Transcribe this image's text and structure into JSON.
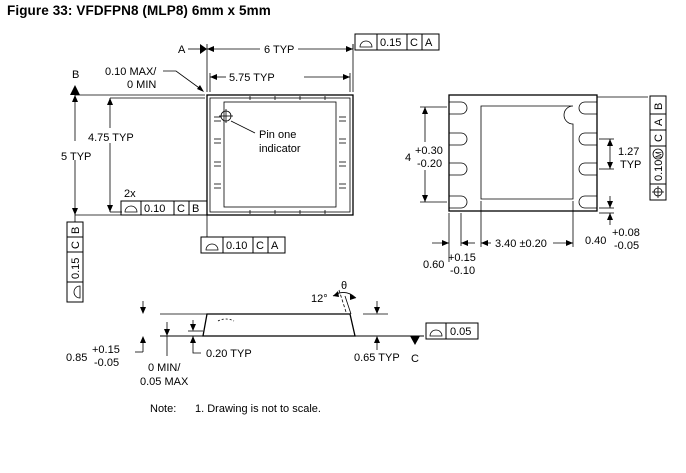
{
  "figure": {
    "title": "Figure 33: VFDFPN8 (MLP8) 6mm x 5mm"
  },
  "top_view": {
    "width_label": "6 TYP",
    "inner_width_label": "5.75 TYP",
    "chamfer_label_1": "0.10 MAX/",
    "chamfer_label_2": "0 MIN",
    "height_label": "5 TYP",
    "inner_height_label": "4.75 TYP",
    "pin_one_1": "Pin one",
    "pin_one_2": "indicator",
    "multiplier_label": "2x",
    "datum_a": "A",
    "datum_b": "B",
    "fcf_top": {
      "tol": "0.15",
      "d1": "C",
      "d2": "A"
    },
    "fcf_side": {
      "tol": "0.15",
      "d1": "C",
      "d2": "B"
    },
    "fcf_inner": {
      "tol": "0.10",
      "d1": "C",
      "d2": "B"
    },
    "fcf_bottom": {
      "tol": "0.10",
      "d1": "C",
      "d2": "A"
    }
  },
  "bottom_view": {
    "pitch_count": "4",
    "pitch_plus": "+0.30",
    "pitch_minus": "-0.20",
    "pad_pitch_1": "1.27",
    "pad_pitch_2": "TYP",
    "pad_width_label": "3.40 ±0.20",
    "lead_base": "0.60",
    "lead_plus": "+0.15",
    "lead_minus": "-0.10",
    "lead2_base": "0.40",
    "lead2_plus": "+0.08",
    "lead2_minus": "-0.05",
    "fcf_pos": {
      "tol": "0.10",
      "mod": "M",
      "d1": "C",
      "d2": "A",
      "d3": "B"
    }
  },
  "side_view": {
    "height_base": "0.85",
    "height_plus": "+0.15",
    "height_minus": "-0.05",
    "lead_thick": "0.20 TYP",
    "standoff_1": "0 MIN/",
    "standoff_2": "0.05 MAX",
    "edge_label": "0.65 TYP",
    "angle_label": "12°",
    "theta": "θ",
    "datum_c": "C",
    "fcf_flat": {
      "tol": "0.05"
    }
  },
  "note": {
    "label": "Note:",
    "text": "1.  Drawing is not to scale."
  }
}
